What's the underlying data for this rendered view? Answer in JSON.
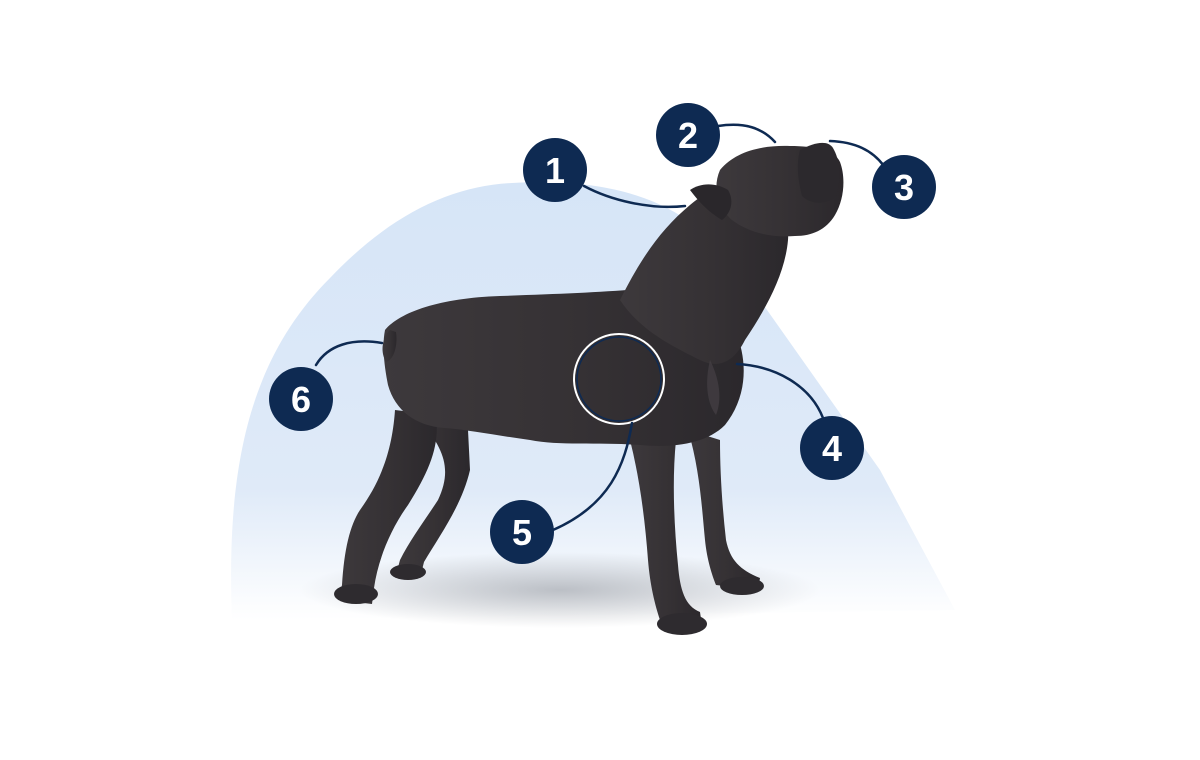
{
  "colors": {
    "badge": "#0e2a52",
    "badge_text": "#ffffff",
    "backdrop_top": "#d6e5f7",
    "backdrop_bottom": "#ffffff",
    "dog_body": "#3a3638",
    "dog_shadow": "#26232a",
    "dog_highlight": "#4c474b",
    "focus_ring": "#ffffff"
  },
  "illustration": {
    "subject": "dog-standing-side-view"
  },
  "callouts": [
    {
      "number": "1"
    },
    {
      "number": "2"
    },
    {
      "number": "3"
    },
    {
      "number": "4"
    },
    {
      "number": "5"
    },
    {
      "number": "6"
    }
  ]
}
